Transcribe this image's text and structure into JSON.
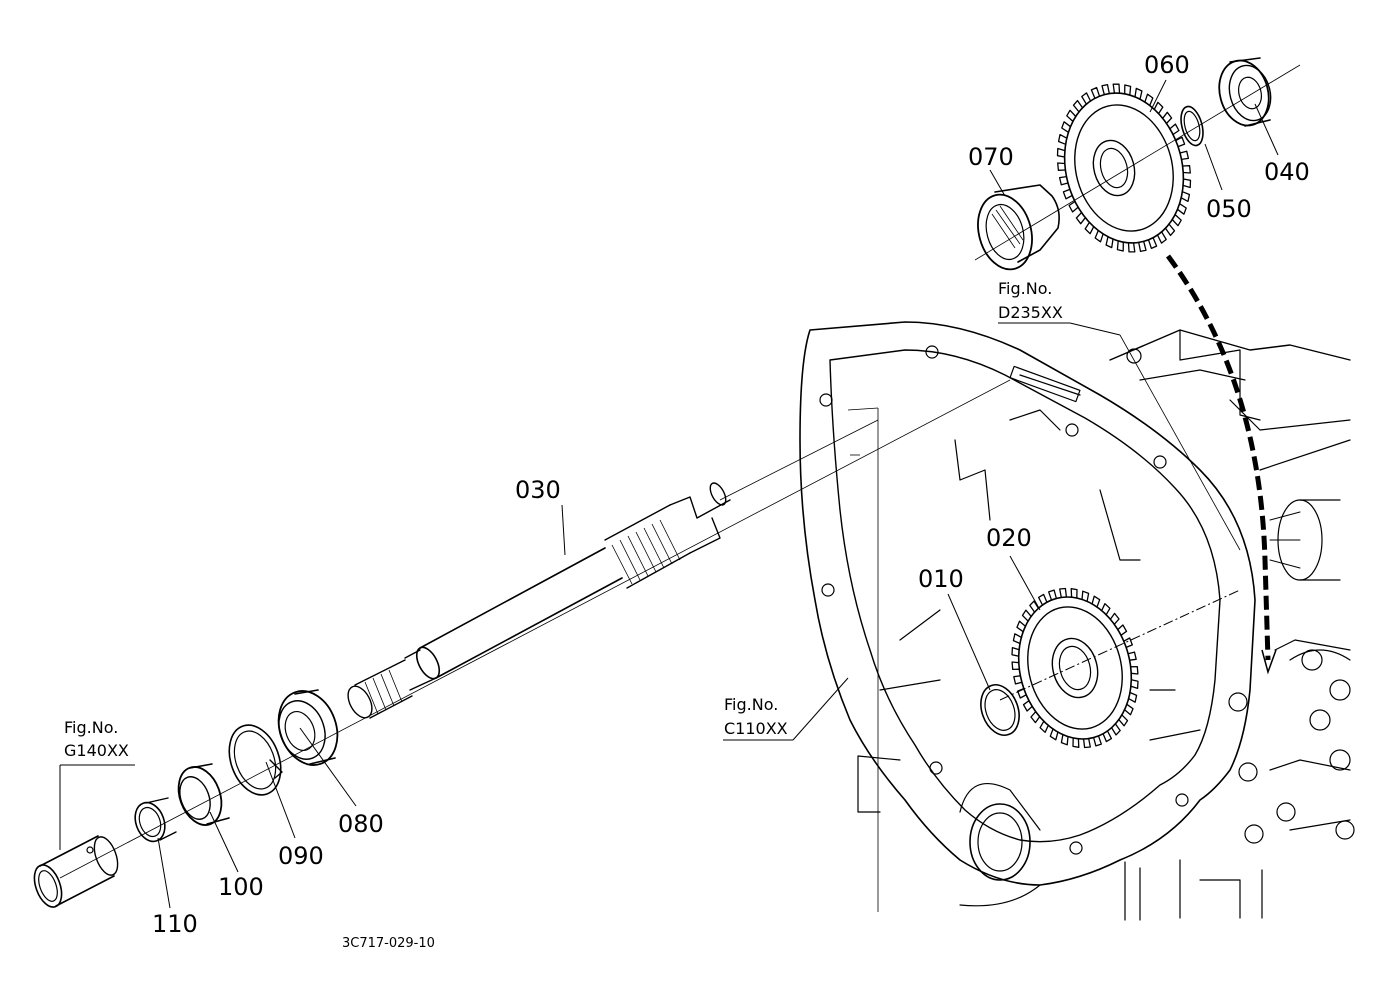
{
  "callouts": {
    "p010": "010",
    "p020": "020",
    "p030": "030",
    "p040": "040",
    "p050": "050",
    "p060": "060",
    "p070": "070",
    "p080": "080",
    "p090": "090",
    "p100": "100",
    "p110": "110"
  },
  "fig_refs": {
    "g140": {
      "label": "Fig.No.",
      "code": "G140XX"
    },
    "c110": {
      "label": "Fig.No.",
      "code": "C110XX"
    },
    "d235": {
      "label": "Fig.No.",
      "code": "D235XX"
    }
  },
  "drawing_number": "3C717-029-10"
}
